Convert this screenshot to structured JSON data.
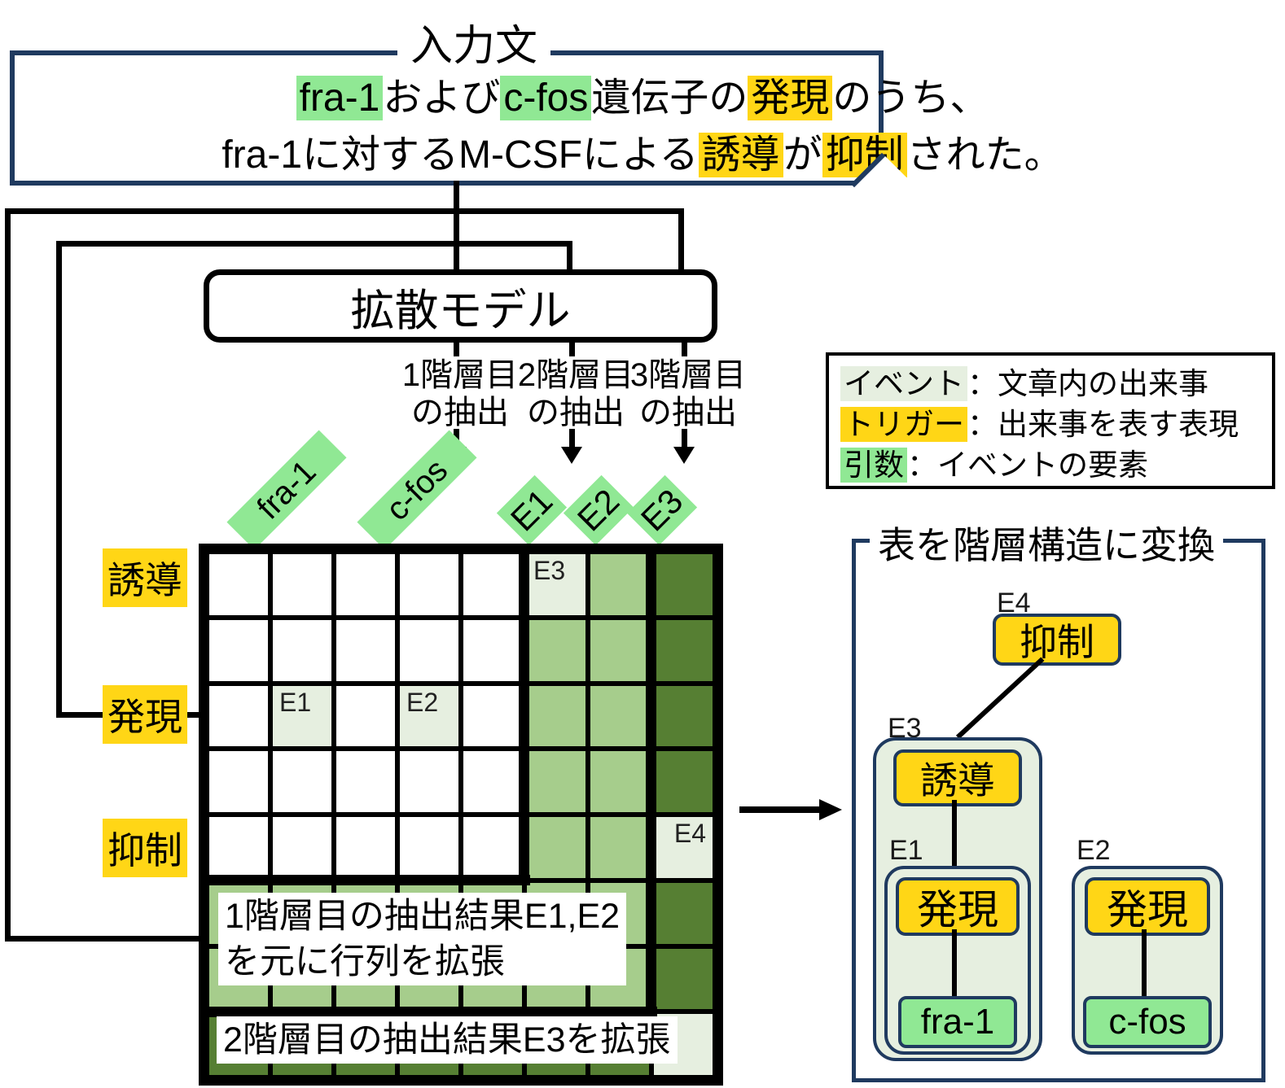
{
  "colors": {
    "yellow": "#ffd616",
    "green": "#90e894",
    "pale": "#e6efe0",
    "mid": "#a6cd8c",
    "dark": "#567f33",
    "navy": "#1f3a5f"
  },
  "input_box": {
    "title": "入力文",
    "line1": [
      {
        "t": "fra-1",
        "hl": "green"
      },
      {
        "t": "および"
      },
      {
        "t": "c-fos",
        "hl": "green"
      },
      {
        "t": "遺伝子の"
      },
      {
        "t": "発現",
        "hl": "yellow"
      },
      {
        "t": "のうち、"
      }
    ],
    "line2": [
      {
        "t": "fra-1に対するM-CSFによる"
      },
      {
        "t": "誘導",
        "hl": "yellow"
      },
      {
        "t": "が"
      },
      {
        "t": "抑制",
        "hl": "yellow"
      },
      {
        "t": "された。"
      }
    ]
  },
  "model_box": {
    "label": "拡散モデル"
  },
  "extraction_labels": [
    {
      "line1": "1階層目",
      "line2": "の抽出"
    },
    {
      "line1": "2階層目",
      "line2": "の抽出"
    },
    {
      "line1": "3階層目",
      "line2": "の抽出"
    }
  ],
  "matrix": {
    "column_headers": [
      "fra-1",
      "c-fos",
      "E1",
      "E2",
      "E3"
    ],
    "row_headers": [
      "誘導",
      "発現",
      "抑制"
    ],
    "cell_codes": [
      "wwwwwpmd",
      "wwwwwmmd",
      "wpwpwmmd",
      "wwwwwmmd",
      "wwwwwmmp",
      "mmmmmmmd",
      "mmmmmmmd",
      "dddddddp"
    ],
    "cell_labels": [
      {
        "r": 0,
        "c": 5,
        "t": "E3",
        "pos": "tl"
      },
      {
        "r": 2,
        "c": 1,
        "t": "E1",
        "pos": "tl"
      },
      {
        "r": 2,
        "c": 3,
        "t": "E2",
        "pos": "tl"
      },
      {
        "r": 4,
        "c": 7,
        "t": "E4",
        "pos": "tr"
      }
    ],
    "note1_line1": "1階層目の抽出結果E1,E2",
    "note1_line2": "を元に行列を拡張",
    "note2": "2階層目の抽出結果E3を拡張"
  },
  "legend": {
    "items": [
      {
        "term": "イベント",
        "desc": "：文章内の出来事"
      },
      {
        "term": "トリガー",
        "desc": "：出来事を表す表現"
      },
      {
        "term": "引数",
        "desc": "：イベントの要素"
      }
    ]
  },
  "tree": {
    "title": "表を階層構造に変換",
    "e4": {
      "id": "E4",
      "trigger": "抑制"
    },
    "e3": {
      "id": "E3",
      "trigger": "誘導"
    },
    "e1": {
      "id": "E1",
      "trigger": "発現",
      "arg": "fra-1"
    },
    "e2": {
      "id": "E2",
      "trigger": "発現",
      "arg": "c-fos"
    }
  }
}
